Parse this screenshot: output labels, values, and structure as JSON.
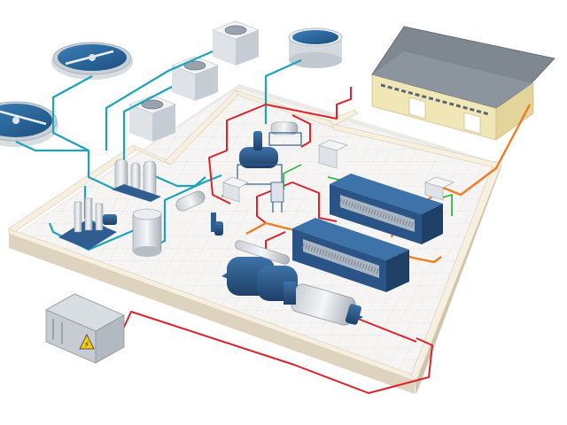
{
  "scene": {
    "title": "",
    "warning_symbol": "⚡",
    "items": {
      "clarifier_tanks": 2,
      "storage_tank": 1,
      "cooling_units": 3,
      "filter_presses": 2,
      "turbine_generator": 1,
      "warehouse": 1,
      "transformer_box": 1,
      "process_vessels": 4,
      "control_panels": 3
    },
    "colors": {
      "floor": "#f4f3f1",
      "grid": "#e2e4e8",
      "wall_top": "#f6efe2",
      "wall_side": "#dcd2bf",
      "equipment_blue": "#2f5d8f",
      "equipment_dark": "#223f66",
      "water_pipe": "#1fa3b8",
      "power_line": "#d9232d",
      "process_pipe": "#f07d22",
      "signal_pipe": "#3cb54a",
      "building_wall": "#f1e6b5",
      "roof": "#7f8790",
      "warning_yellow": "#f6c90e"
    },
    "icons": [
      "electric-hazard-icon",
      "cooling-fan-icon",
      "water-tank-icon"
    ]
  }
}
